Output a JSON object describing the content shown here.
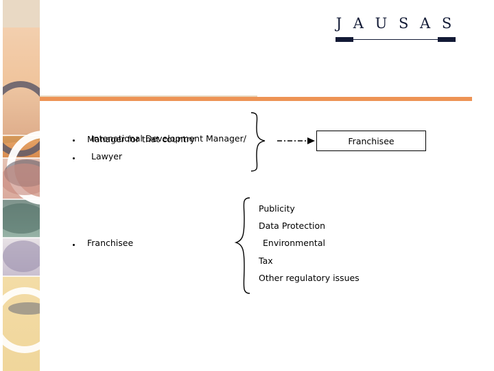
{
  "header": {
    "logo_text": "J A U S A S",
    "logo_rule": "decorative-rule"
  },
  "divider": {
    "accent_color": "#ed9355",
    "secondary_color": "#e8d8bf"
  },
  "slide": {
    "top_group": {
      "items": [
        {
          "label": "Intenational Development Manager/",
          "bulleted": true
        },
        {
          "label": "Manager for that country",
          "bulleted": false
        },
        {
          "label": "Lawyer",
          "bulleted": true
        }
      ],
      "connector": "dash-dot-arrow",
      "target_box": "Franchisee"
    },
    "bottom_group": {
      "source": "Franchisee",
      "items": [
        "Publicity",
        "Data Protection",
        "Environmental",
        "Tax",
        "Other regulatory issues"
      ]
    }
  },
  "decoration": {
    "strip": "abstract-color-bands",
    "bands": [
      "tan",
      "peach",
      "orange",
      "pink",
      "teal",
      "purple",
      "gold"
    ]
  }
}
